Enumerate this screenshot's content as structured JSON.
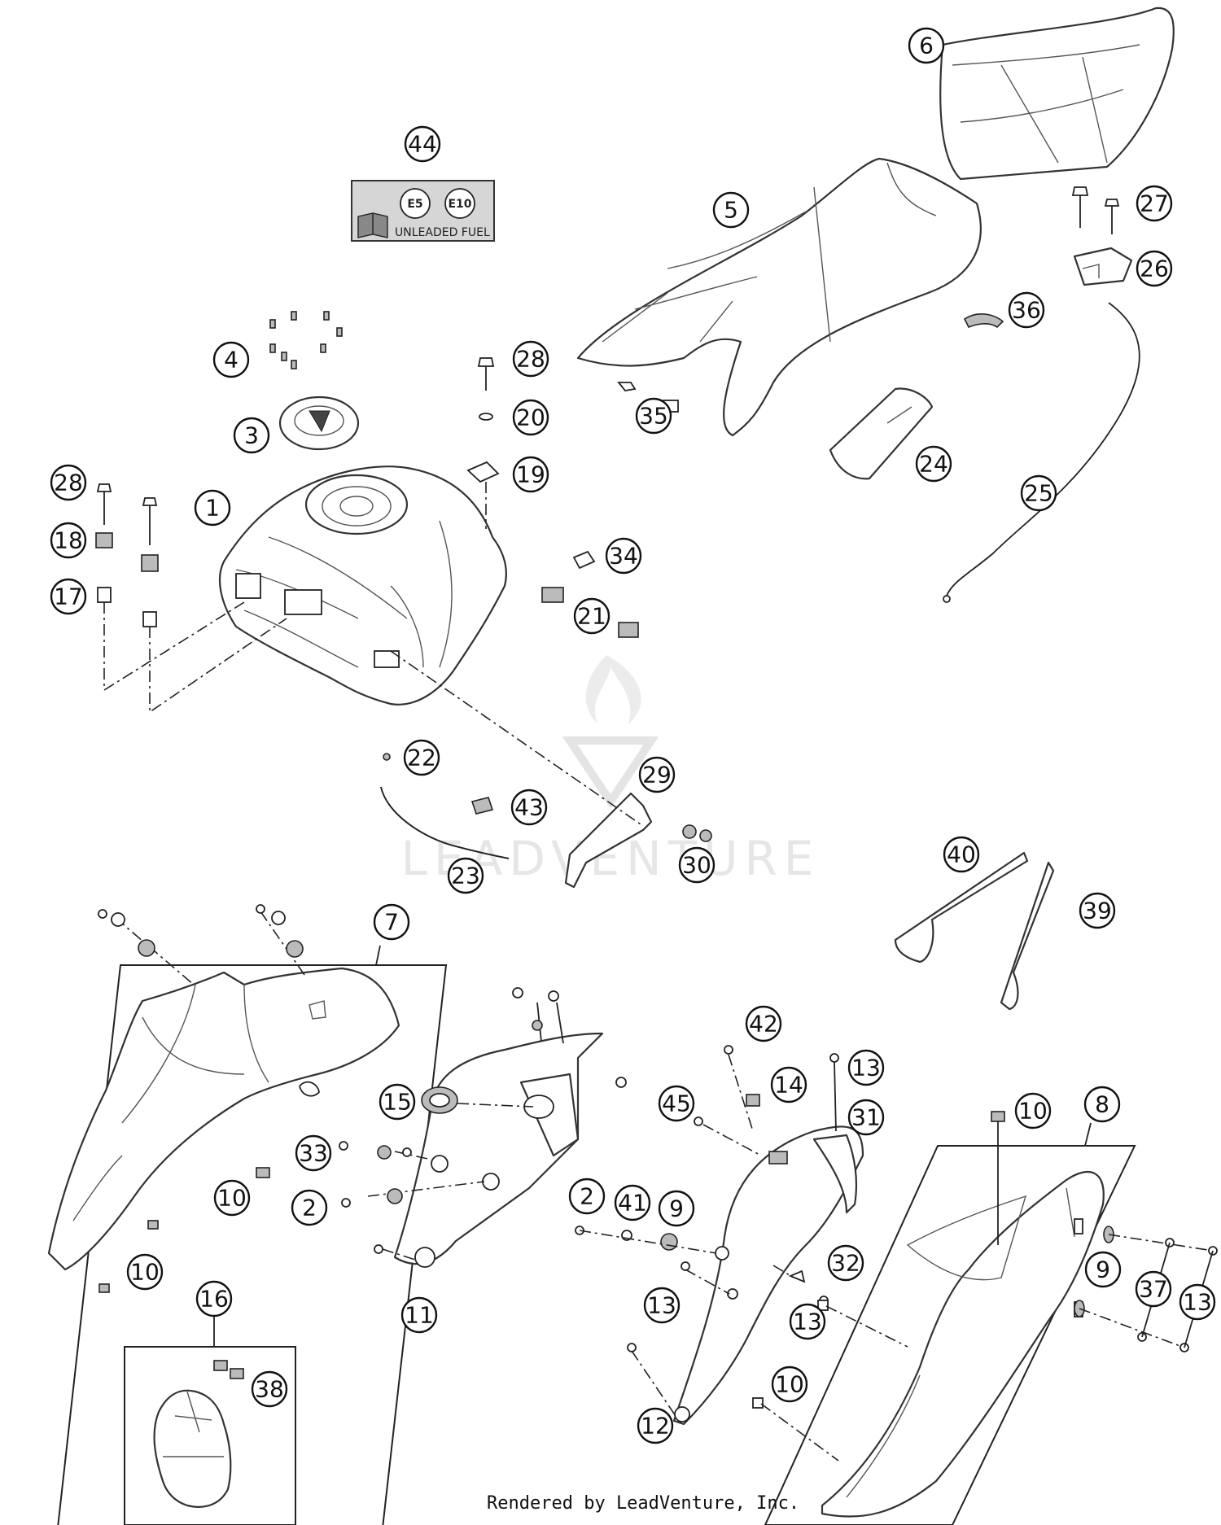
{
  "diagram": {
    "callouts": [
      "1",
      "2",
      "3",
      "4",
      "5",
      "6",
      "7",
      "8",
      "9",
      "10",
      "11",
      "12",
      "13",
      "14",
      "15",
      "16",
      "17",
      "18",
      "19",
      "20",
      "21",
      "22",
      "23",
      "24",
      "25",
      "26",
      "27",
      "28",
      "29",
      "30",
      "31",
      "32",
      "33",
      "34",
      "35",
      "36",
      "37",
      "38",
      "39",
      "40",
      "41",
      "42",
      "43",
      "44",
      "45"
    ],
    "fuel_label": {
      "badge_e5": "E5",
      "badge_e10": "E10",
      "text": "UNLEADED FUEL"
    },
    "watermark": "LEADVENTURE",
    "footer": "Rendered by LeadVenture, Inc."
  }
}
